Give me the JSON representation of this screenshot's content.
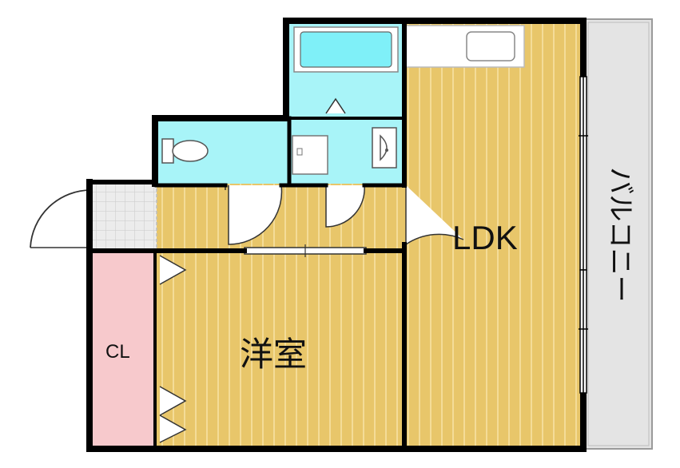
{
  "rooms": {
    "ldk_label": "LDK",
    "western_room_label": "洋室",
    "closet_label": "CL",
    "balcony_label": "バルコニー"
  },
  "colors": {
    "wall": "#000000",
    "wood_floor": "#e8c66a",
    "wood_stripe": "#f4dc98",
    "wet_area": "#a8f4f8",
    "bathtub": "#7ff0f8",
    "closet": "#f7c9cc",
    "balcony": "#e4e4e4",
    "entry_tile": "#ececec"
  }
}
